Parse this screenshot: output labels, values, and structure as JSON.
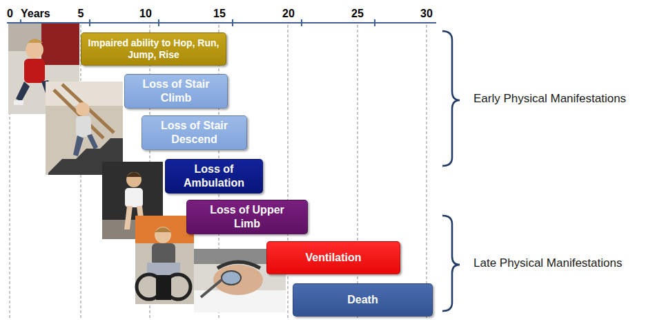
{
  "diagram": {
    "nodes": [
      {
        "text": [
          "Impaired ability to Hop, Run, Jump, Rise"
        ]
      },
      {
        "text": [
          "Loss of Stair Climb"
        ]
      },
      {
        "text": [
          "Loss of Stair Descend"
        ]
      },
      {
        "text": [
          "Loss of Ambulation"
        ]
      },
      {
        "text": [
          "Loss of Upper Limb"
        ]
      },
      {
        "text": [
          "Ventilation"
        ]
      },
      {
        "text": [
          "Death"
        ]
      }
    ],
    "labels": [
      "0",
      "Years",
      "5",
      "10",
      "15",
      "20",
      "25",
      "30",
      "Early Physical Manifestations",
      "Late Physical Manifestations"
    ]
  }
}
